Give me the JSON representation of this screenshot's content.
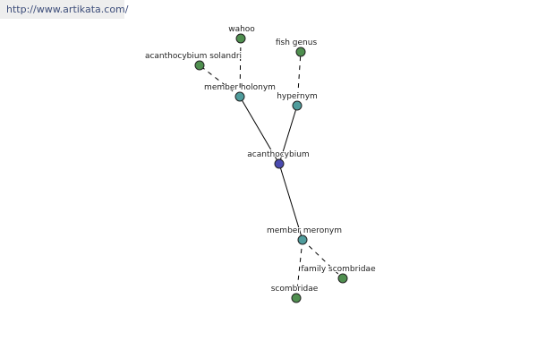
{
  "source_link": {
    "text": "http://www.artikata.com/"
  },
  "colors": {
    "center": "#4a4ab0",
    "relation": "#4f9c9c",
    "leaf": "#4f8f4f"
  },
  "graph": {
    "nodes": [
      {
        "id": "wahoo",
        "label": "wahoo",
        "kind": "leaf"
      },
      {
        "id": "acanthocybium-solandri",
        "label": "acanthocybium solandri",
        "kind": "leaf"
      },
      {
        "id": "member-holonym",
        "label": "member holonym",
        "kind": "relation"
      },
      {
        "id": "fish-genus",
        "label": "fish genus",
        "kind": "leaf"
      },
      {
        "id": "hypernym",
        "label": "hypernym",
        "kind": "relation"
      },
      {
        "id": "acanthocybium",
        "label": "acanthocybium",
        "kind": "center"
      },
      {
        "id": "member-meronym",
        "label": "member meronym",
        "kind": "relation"
      },
      {
        "id": "family-scombridae",
        "label": "family scombridae",
        "kind": "leaf"
      },
      {
        "id": "scombridae",
        "label": "scombridae",
        "kind": "leaf"
      }
    ],
    "edges": [
      {
        "from": "acanthocybium",
        "to": "member-holonym",
        "style": "solid"
      },
      {
        "from": "acanthocybium",
        "to": "hypernym",
        "style": "solid"
      },
      {
        "from": "acanthocybium",
        "to": "member-meronym",
        "style": "solid"
      },
      {
        "from": "member-holonym",
        "to": "wahoo",
        "style": "dashed"
      },
      {
        "from": "member-holonym",
        "to": "acanthocybium-solandri",
        "style": "dashed"
      },
      {
        "from": "hypernym",
        "to": "fish-genus",
        "style": "dashed"
      },
      {
        "from": "member-meronym",
        "to": "family-scombridae",
        "style": "dashed"
      },
      {
        "from": "member-meronym",
        "to": "scombridae",
        "style": "dashed"
      }
    ]
  }
}
